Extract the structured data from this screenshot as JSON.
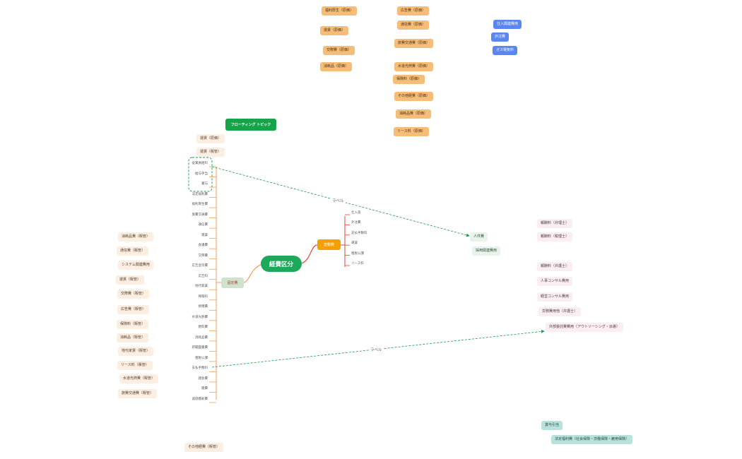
{
  "root": "経費区分",
  "floating": "フローティング トピック",
  "fixed_label": "固定費",
  "variable_label": "変動費",
  "labels": [
    "ラベル",
    "ラベル"
  ],
  "top_orange_left": [
    "福利厚生（原価）",
    "運賃（原価）",
    "交際費（原価）",
    "消耗品（原価）"
  ],
  "top_orange_right": [
    "広告費（原価）",
    "通信費（原価）",
    "旅費交通費（原価）",
    "水道光熱費（原価）",
    "保険料（原価）",
    "その他経費（原価）",
    "消耗品費（原価）",
    "リース料（原価）"
  ],
  "top_blue": [
    "仕入関連費用",
    "外注費",
    "ガス電気料"
  ],
  "upper_peach": [
    "運賃（原価）",
    "運賃（販管）"
  ],
  "fixed_leaves": [
    "従業員給料",
    "給与手当",
    "賞与",
    "法定福利費",
    "福利厚生費",
    "旅費交通費",
    "通信費",
    "運賃",
    "会議費",
    "交際費",
    "広告宣伝費",
    "広告料",
    "地代家賃",
    "保険料",
    "修繕費",
    "水道光熱費",
    "燃料費",
    "消耗品費",
    "新聞図書費",
    "租税公課",
    "支払手数料",
    "諸会費",
    "雑費",
    "減価償却費"
  ],
  "variable_leaves": [
    "仕入高",
    "外注費",
    "支払手数料",
    "運賃",
    "租税公課",
    "リース料"
  ],
  "left_peach": [
    "消耗品費（販管）",
    "通信費（販管）",
    "システム関連費用",
    "運賃（販管）",
    "交際費（販管）",
    "広告費（販管）",
    "保険料（販管）",
    "消耗品（販管）",
    "地代家賃（販管）",
    "リース料（販管）",
    "水道光熱費（販管）",
    "旅費交通費（販管）"
  ],
  "bottom_peach": "その他経費（販管）",
  "mint": [
    "人件費",
    "採用関連費用"
  ],
  "pink": [
    "報酬料（弁理士）",
    "報酬料（税理士）",
    "報酬料（弁護士）",
    "人事コンサル費用",
    "経営コンサル費用",
    "労務費用他（弁護士）",
    "外部委託費費用（アウトソーシング・派遣）"
  ],
  "teal": [
    "賞与引当",
    "法定福利費（社会保険・労働保険・雇用保険）"
  ],
  "colors": {
    "root": "#1ea85a",
    "branch_fixed": "#f0a060",
    "branch_variable": "#e0443a",
    "dash": "#1a9a4a"
  }
}
